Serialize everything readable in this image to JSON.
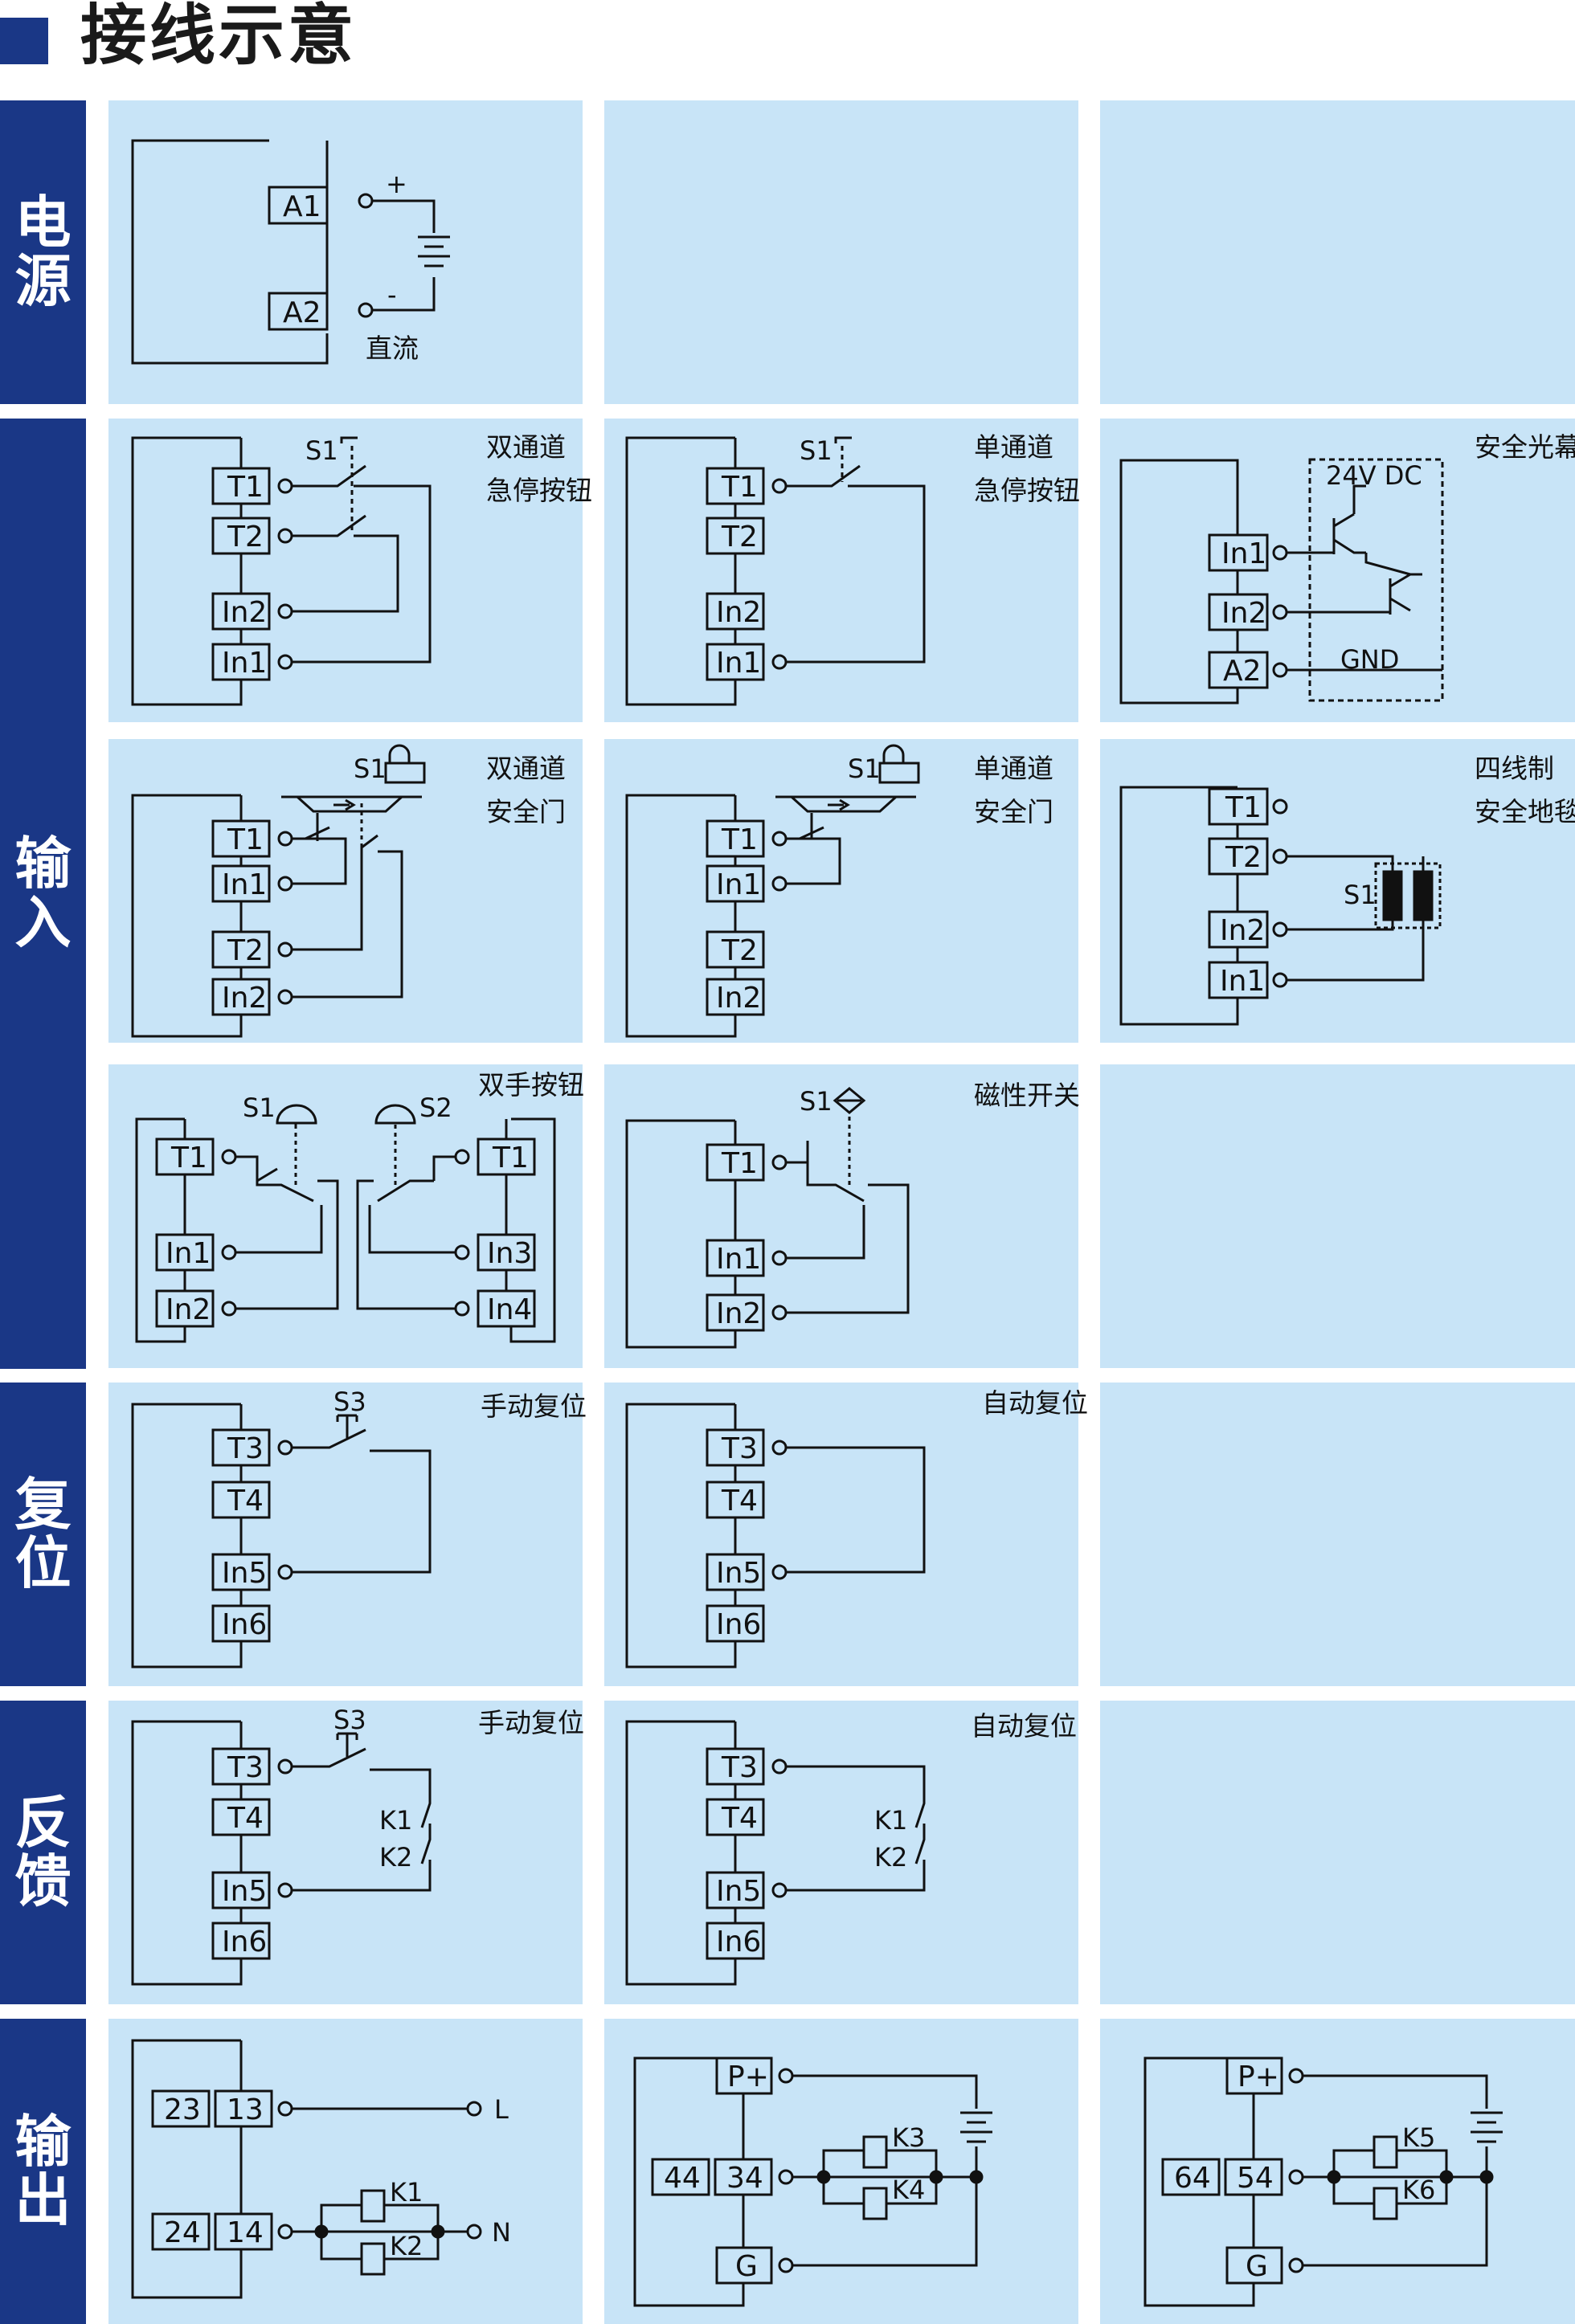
{
  "page_title": "接线示意",
  "row_labels": [
    "电源",
    "输入",
    "复位",
    "反馈",
    "输出"
  ],
  "power": {
    "t1": "A1",
    "t2": "A2",
    "plus": "+",
    "minus": "-",
    "dc": "直流"
  },
  "input": {
    "dual_estop": {
      "cap1": "双通道",
      "cap2": "急停按钮",
      "s": "S1",
      "t": [
        "T1",
        "T2",
        "In2",
        "In1"
      ]
    },
    "single_estop": {
      "cap1": "单通道",
      "cap2": "急停按钮",
      "s": "S1",
      "t": [
        "T1",
        "T2",
        "In2",
        "In1"
      ]
    },
    "light_curtain": {
      "cap": "安全光幕",
      "v": "24V DC",
      "gnd": "GND",
      "t": [
        "In1",
        "In2",
        "A2"
      ]
    },
    "dual_door": {
      "cap1": "双通道",
      "cap2": "安全门",
      "s": "S1",
      "t": [
        "T1",
        "In1",
        "T2",
        "In2"
      ]
    },
    "single_door": {
      "cap1": "单通道",
      "cap2": "安全门",
      "s": "S1",
      "t": [
        "T1",
        "In1",
        "T2",
        "In2"
      ]
    },
    "mat": {
      "cap1": "四线制",
      "cap2": "安全地毯",
      "s": "S1",
      "t": [
        "T1",
        "T2",
        "In2",
        "In1"
      ]
    },
    "two_hand": {
      "cap": "双手按钮",
      "s1": "S1",
      "s2": "S2",
      "tl": [
        "T1",
        "In1",
        "In2"
      ],
      "tr": [
        "T1",
        "In3",
        "In4"
      ]
    },
    "magnetic": {
      "cap": "磁性开关",
      "s": "S1",
      "t": [
        "T1",
        "In1",
        "In2"
      ]
    }
  },
  "reset": {
    "manual": {
      "cap": "手动复位",
      "s": "S3",
      "t": [
        "T3",
        "T4",
        "In5",
        "In6"
      ]
    },
    "auto": {
      "cap": "自动复位",
      "t": [
        "T3",
        "T4",
        "In5",
        "In6"
      ]
    }
  },
  "feedback": {
    "manual": {
      "cap": "手动复位",
      "s": "S3",
      "k1": "K1",
      "k2": "K2",
      "t": [
        "T3",
        "T4",
        "In5",
        "In6"
      ]
    },
    "auto": {
      "cap": "自动复位",
      "k1": "K1",
      "k2": "K2",
      "t": [
        "T3",
        "T4",
        "In5",
        "In6"
      ]
    }
  },
  "output": {
    "relay": {
      "t": [
        "23",
        "13",
        "24",
        "14"
      ],
      "l": "L",
      "n": "N",
      "k1": "K1",
      "k2": "K2"
    },
    "pnp1": {
      "p": "P+",
      "a": "44",
      "b": "34",
      "g": "G",
      "ka": "K3",
      "kb": "K4"
    },
    "pnp2": {
      "p": "P+",
      "a": "64",
      "b": "54",
      "g": "G",
      "ka": "K5",
      "kb": "K6"
    }
  }
}
